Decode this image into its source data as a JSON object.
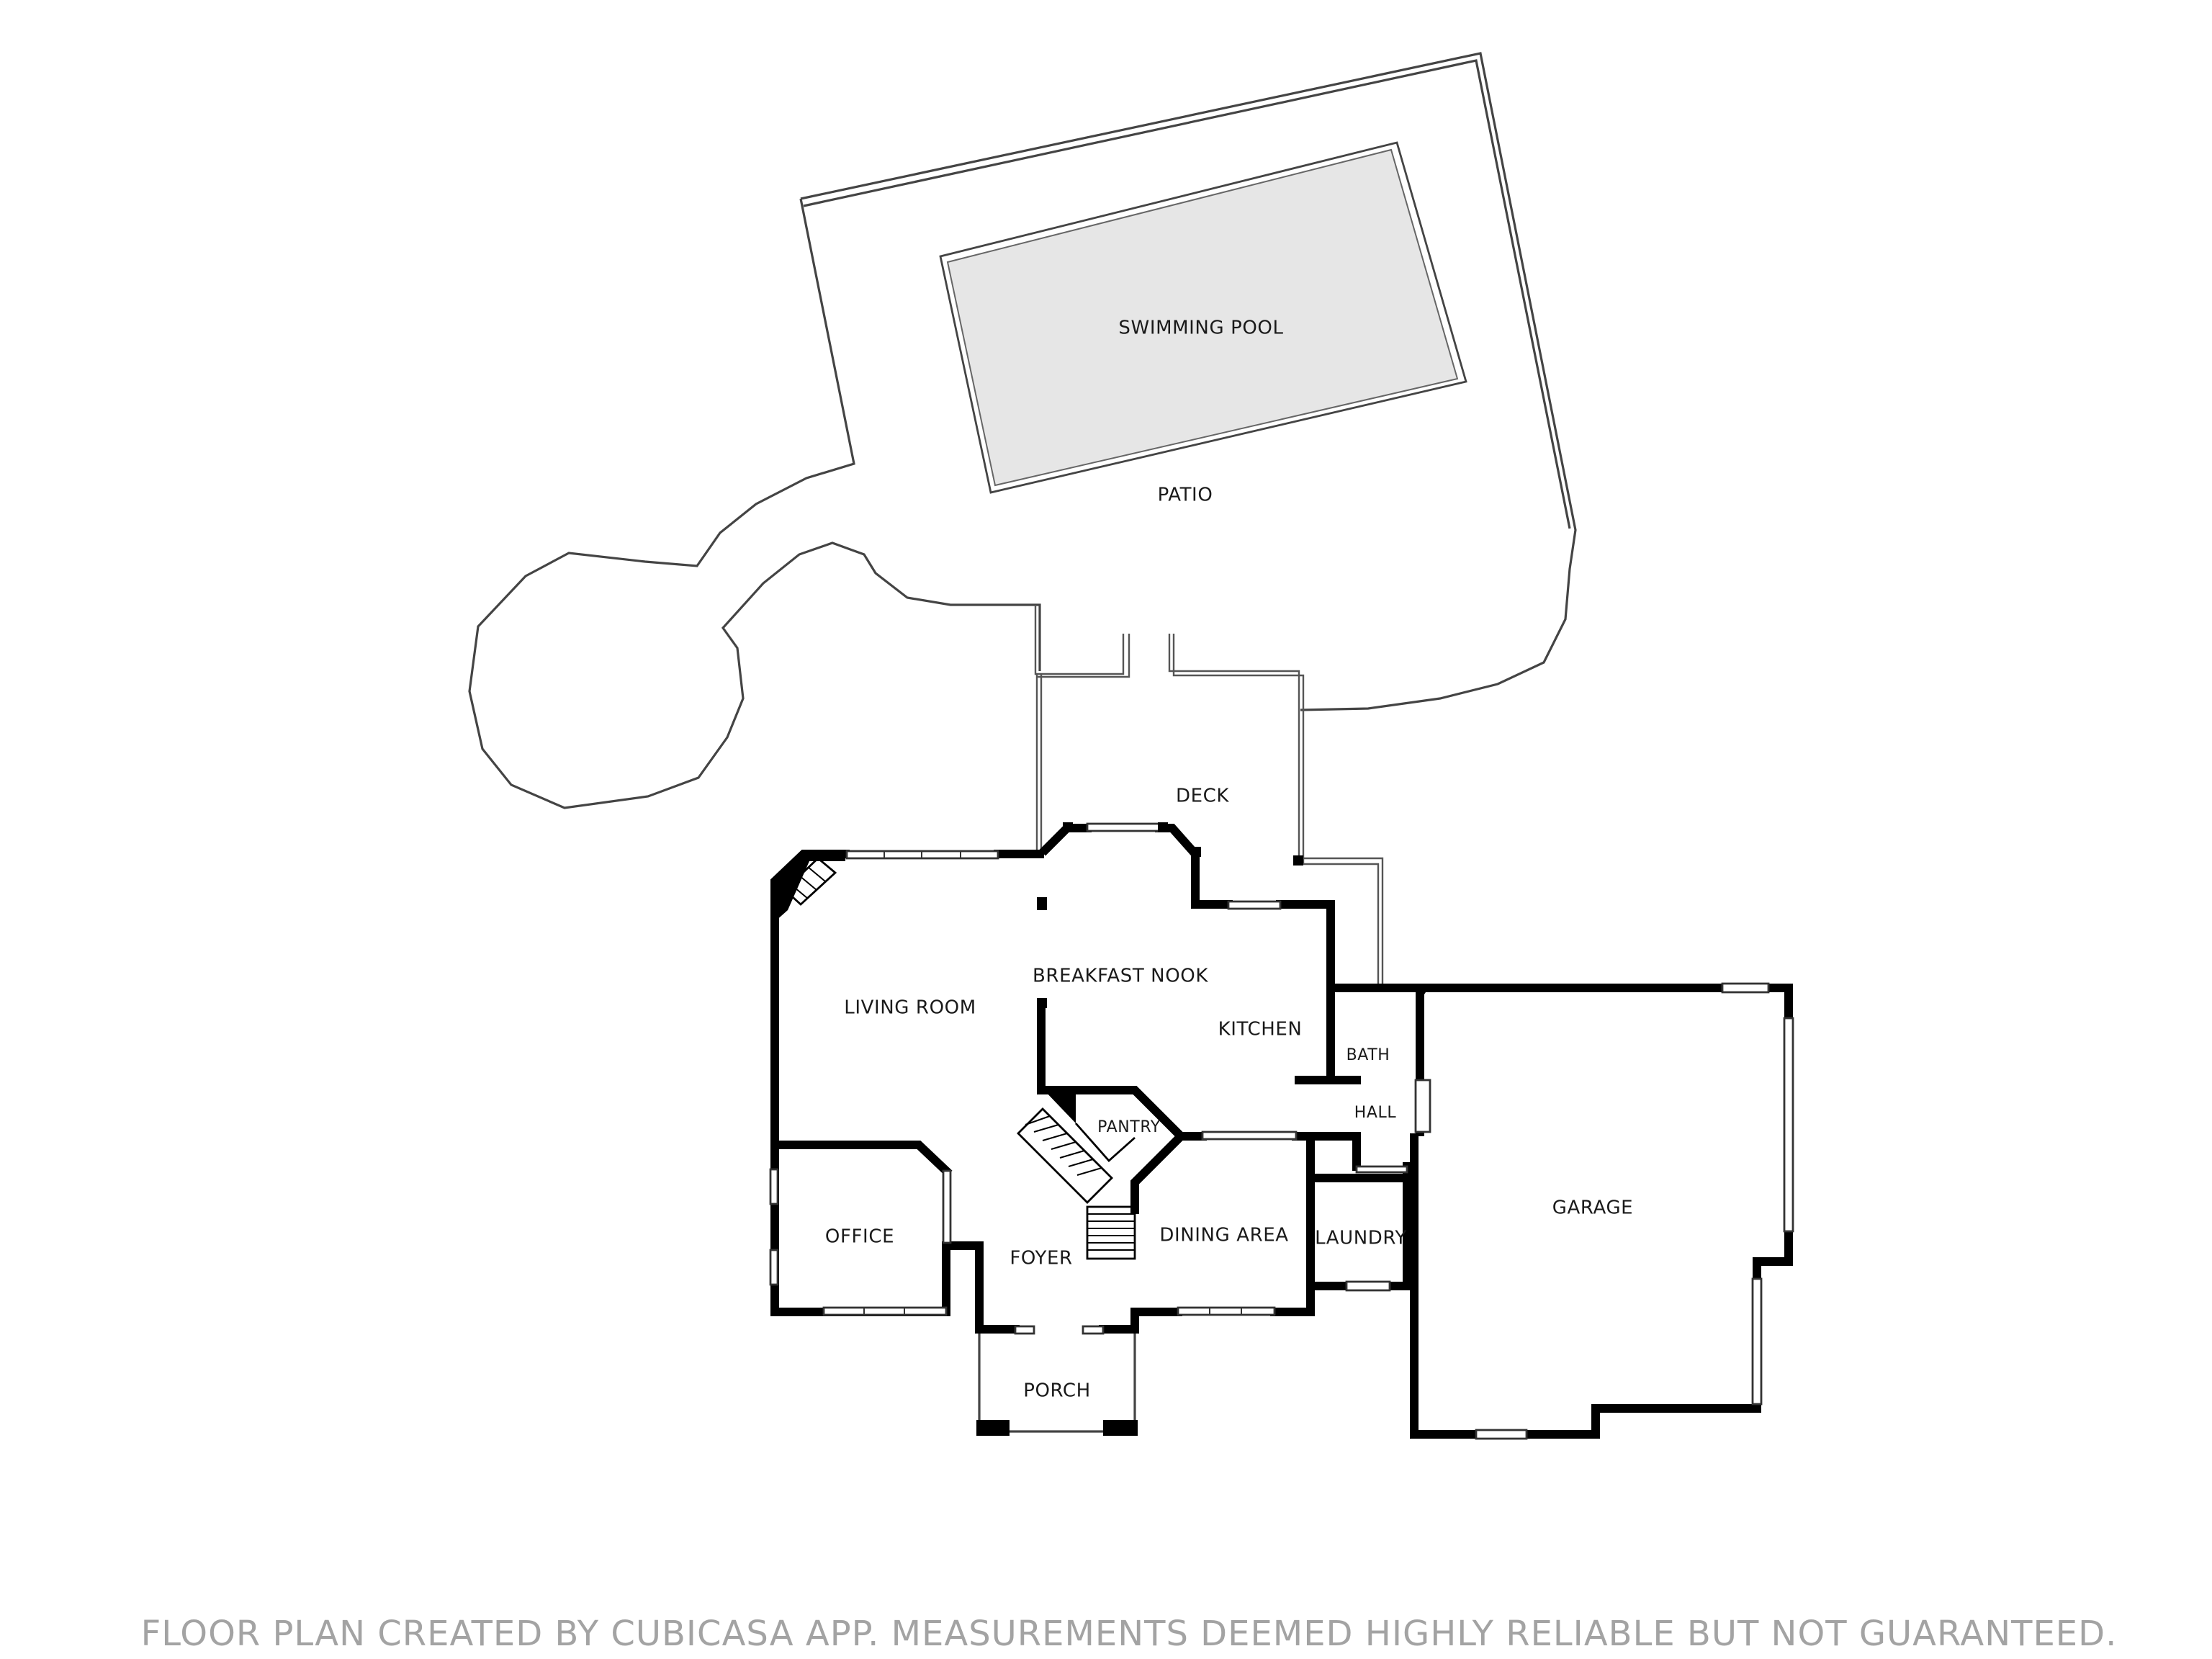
{
  "plan": {
    "rooms": {
      "swimming_pool": "SWIMMING POOL",
      "patio": "PATIO",
      "deck": "DECK",
      "breakfast_nook": "BREAKFAST NOOK",
      "living_room": "LIVING ROOM",
      "kitchen": "KITCHEN",
      "bath": "BATH",
      "hall": "HALL",
      "pantry": "PANTRY",
      "garage": "GARAGE",
      "office": "OFFICE",
      "foyer": "FOYER",
      "dining_area": "DINING AREA",
      "laundry": "LAUNDRY",
      "porch": "PORCH"
    },
    "colors": {
      "wall": "#000000",
      "pool_fill": "#e6e6e6",
      "footer_text": "#a3a3a3"
    }
  },
  "footer": {
    "disclaimer": "FLOOR PLAN CREATED BY CUBICASA APP. MEASUREMENTS DEEMED HIGHLY RELIABLE BUT NOT GUARANTEED."
  }
}
